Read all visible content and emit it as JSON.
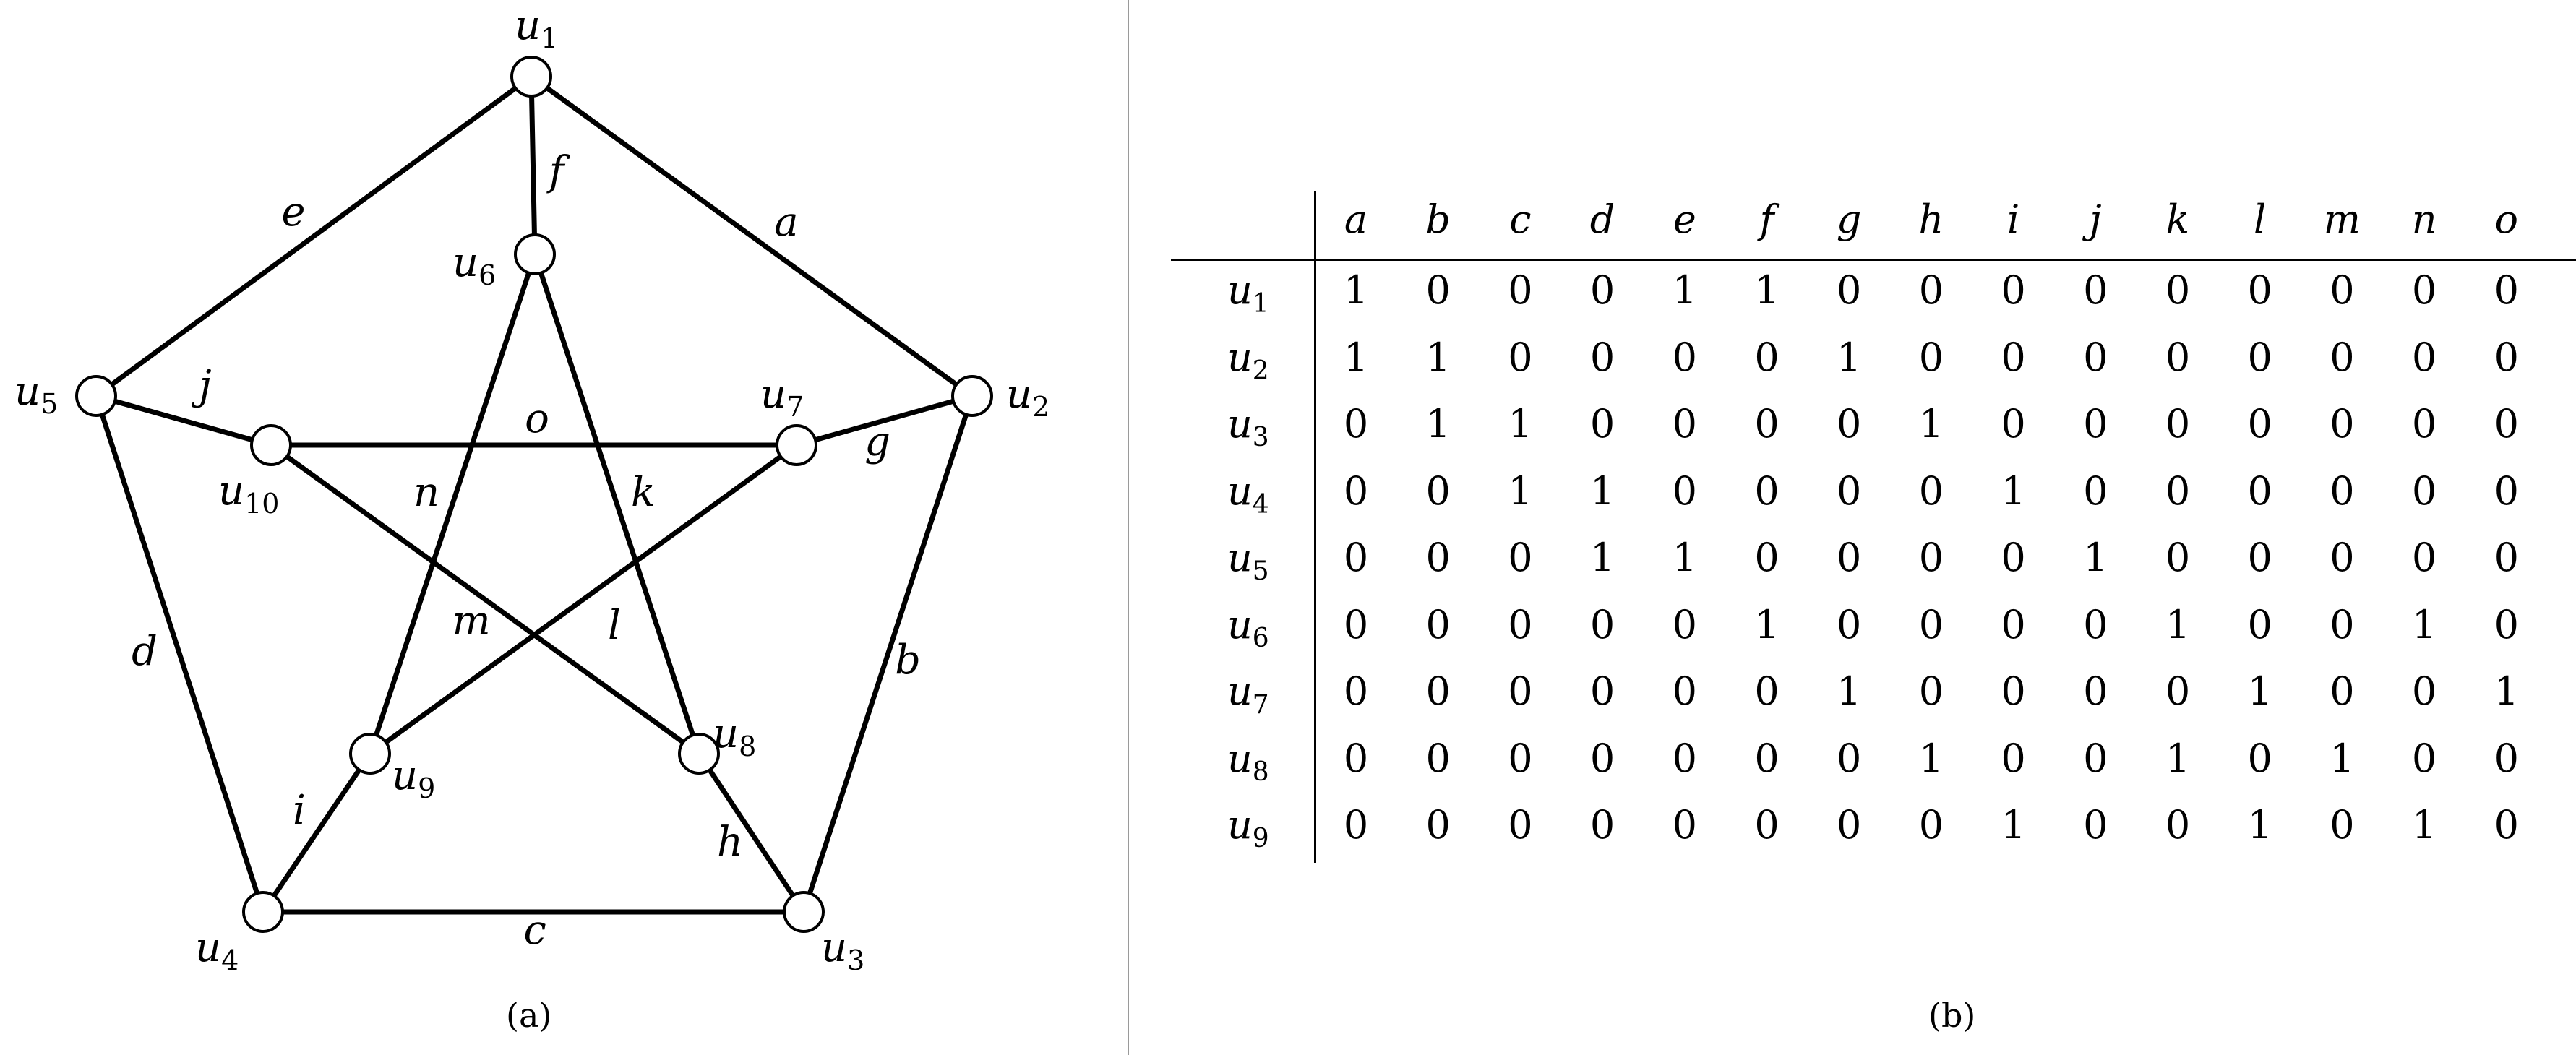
{
  "captions": {
    "a": "(a)",
    "b": "(b)"
  },
  "graph": {
    "nodes": [
      {
        "id": "u1",
        "base": "u",
        "sub": "1"
      },
      {
        "id": "u2",
        "base": "u",
        "sub": "2"
      },
      {
        "id": "u3",
        "base": "u",
        "sub": "3"
      },
      {
        "id": "u4",
        "base": "u",
        "sub": "4"
      },
      {
        "id": "u5",
        "base": "u",
        "sub": "5"
      },
      {
        "id": "u6",
        "base": "u",
        "sub": "6"
      },
      {
        "id": "u7",
        "base": "u",
        "sub": "7"
      },
      {
        "id": "u8",
        "base": "u",
        "sub": "8"
      },
      {
        "id": "u9",
        "base": "u",
        "sub": "9"
      },
      {
        "id": "u10",
        "base": "u",
        "sub": "10"
      }
    ],
    "edges": [
      {
        "label": "a",
        "from": "u1",
        "to": "u2"
      },
      {
        "label": "b",
        "from": "u2",
        "to": "u3"
      },
      {
        "label": "c",
        "from": "u3",
        "to": "u4"
      },
      {
        "label": "d",
        "from": "u4",
        "to": "u5"
      },
      {
        "label": "e",
        "from": "u5",
        "to": "u1"
      },
      {
        "label": "f",
        "from": "u1",
        "to": "u6"
      },
      {
        "label": "g",
        "from": "u2",
        "to": "u7"
      },
      {
        "label": "h",
        "from": "u3",
        "to": "u8"
      },
      {
        "label": "i",
        "from": "u4",
        "to": "u9"
      },
      {
        "label": "j",
        "from": "u5",
        "to": "u10"
      },
      {
        "label": "k",
        "from": "u6",
        "to": "u8"
      },
      {
        "label": "l",
        "from": "u7",
        "to": "u9"
      },
      {
        "label": "m",
        "from": "u8",
        "to": "u10"
      },
      {
        "label": "n",
        "from": "u9",
        "to": "u6"
      },
      {
        "label": "o",
        "from": "u10",
        "to": "u7"
      }
    ]
  },
  "matrix": {
    "columns": [
      "a",
      "b",
      "c",
      "d",
      "e",
      "f",
      "g",
      "h",
      "i",
      "j",
      "k",
      "l",
      "m",
      "n",
      "o"
    ],
    "rows": [
      {
        "base": "u",
        "sub": "1",
        "values": [
          "1",
          "0",
          "0",
          "0",
          "1",
          "1",
          "0",
          "0",
          "0",
          "0",
          "0",
          "0",
          "0",
          "0",
          "0"
        ]
      },
      {
        "base": "u",
        "sub": "2",
        "values": [
          "1",
          "1",
          "0",
          "0",
          "0",
          "0",
          "1",
          "0",
          "0",
          "0",
          "0",
          "0",
          "0",
          "0",
          "0"
        ]
      },
      {
        "base": "u",
        "sub": "3",
        "values": [
          "0",
          "1",
          "1",
          "0",
          "0",
          "0",
          "0",
          "1",
          "0",
          "0",
          "0",
          "0",
          "0",
          "0",
          "0"
        ]
      },
      {
        "base": "u",
        "sub": "4",
        "values": [
          "0",
          "0",
          "1",
          "1",
          "0",
          "0",
          "0",
          "0",
          "1",
          "0",
          "0",
          "0",
          "0",
          "0",
          "0"
        ]
      },
      {
        "base": "u",
        "sub": "5",
        "values": [
          "0",
          "0",
          "0",
          "1",
          "1",
          "0",
          "0",
          "0",
          "0",
          "1",
          "0",
          "0",
          "0",
          "0",
          "0"
        ]
      },
      {
        "base": "u",
        "sub": "6",
        "values": [
          "0",
          "0",
          "0",
          "0",
          "0",
          "1",
          "0",
          "0",
          "0",
          "0",
          "1",
          "0",
          "0",
          "1",
          "0"
        ]
      },
      {
        "base": "u",
        "sub": "7",
        "values": [
          "0",
          "0",
          "0",
          "0",
          "0",
          "0",
          "1",
          "0",
          "0",
          "0",
          "0",
          "1",
          "0",
          "0",
          "1"
        ]
      },
      {
        "base": "u",
        "sub": "8",
        "values": [
          "0",
          "0",
          "0",
          "0",
          "0",
          "0",
          "0",
          "1",
          "0",
          "0",
          "1",
          "0",
          "1",
          "0",
          "0"
        ]
      },
      {
        "base": "u",
        "sub": "9",
        "values": [
          "0",
          "0",
          "0",
          "0",
          "0",
          "0",
          "0",
          "0",
          "1",
          "0",
          "0",
          "1",
          "0",
          "1",
          "0"
        ]
      }
    ]
  }
}
